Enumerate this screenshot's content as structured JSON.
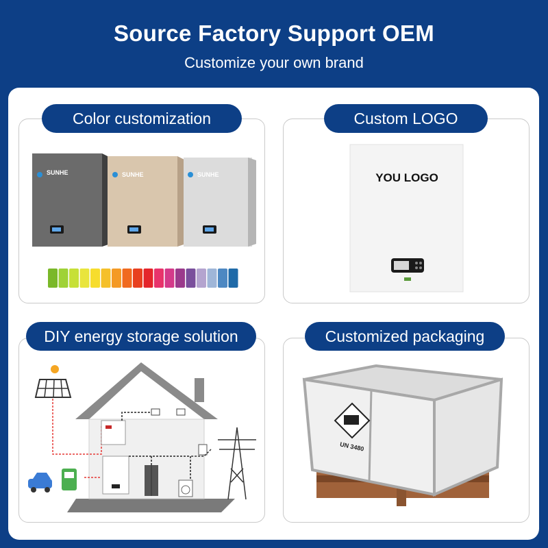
{
  "header": {
    "title": "Source Factory Support OEM",
    "subtitle": "Customize your own brand"
  },
  "cards": {
    "color": {
      "label": "Color customization",
      "brand": "SUNHE"
    },
    "logo": {
      "label": "Custom LOGO",
      "logo_text": "YOU LOGO"
    },
    "diy": {
      "label": "DIY energy storage solution"
    },
    "packaging": {
      "label": "Customized packaging",
      "crate_text": "UN 3480"
    }
  },
  "swatches": [
    "#7ab829",
    "#9fd236",
    "#c7e037",
    "#e9e53d",
    "#f7dd2d",
    "#f5c02a",
    "#f49a25",
    "#f06a1f",
    "#e8401f",
    "#e4252b",
    "#e8336b",
    "#d43a8a",
    "#9b3a8c",
    "#7a4f9c",
    "#b4a4cf",
    "#9fb6d8",
    "#4d88c2",
    "#1f6aa8"
  ],
  "colors": {
    "brand": "#0d3f86"
  }
}
